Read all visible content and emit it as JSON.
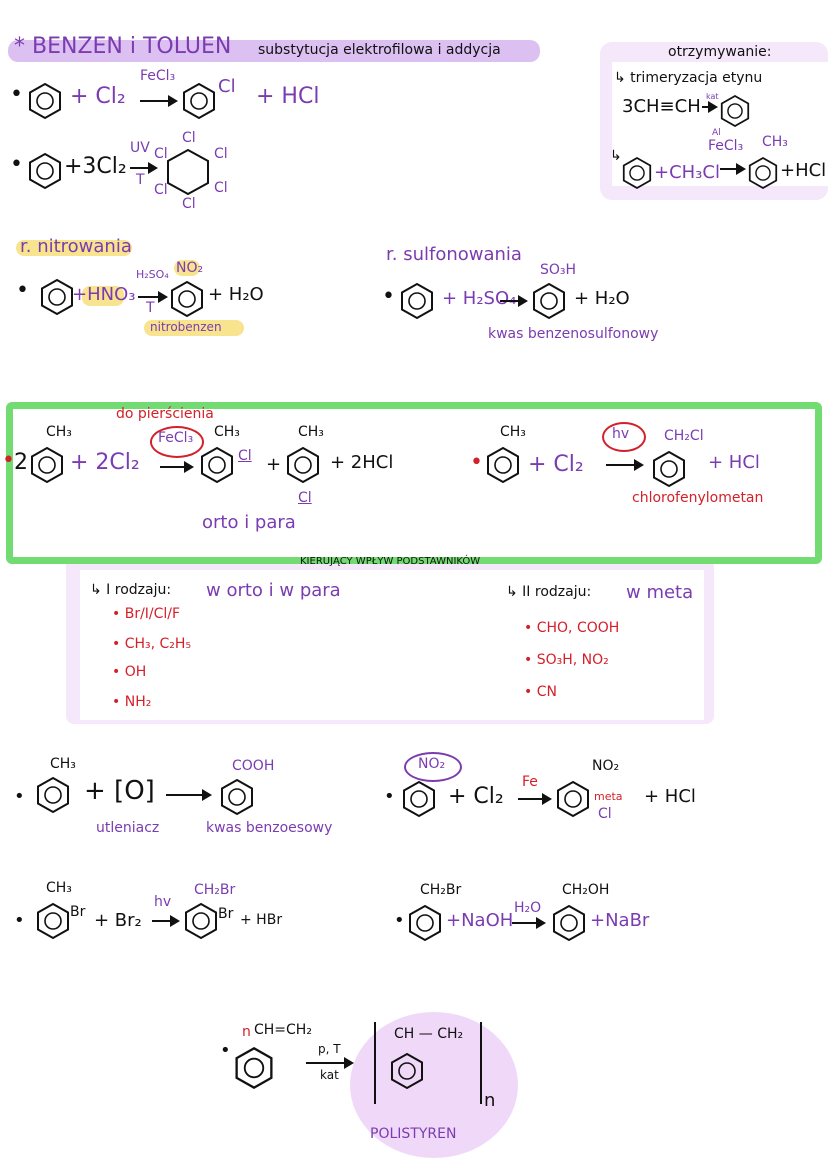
{
  "header": {
    "title": "* BENZEN i TOLUEN",
    "subtitle": "substytucja elektrofilowa i addycja"
  },
  "r1": {
    "reagent": "+ Cl₂",
    "cat": "FeCl₃",
    "sub": "Cl",
    "product": "+ HCl"
  },
  "r2": {
    "reagent": "+3Cl₂",
    "cat_top": "UV",
    "cat_bottom": "T",
    "cl": "Cl"
  },
  "otrzymywanie": {
    "title": "otrzymywanie:",
    "item1": "↳ trimeryzacja etynu",
    "eq1": "3CH≡CH",
    "eq1_cat": "kat",
    "item2": "↳",
    "reagent": "+CH₃Cl",
    "cat_top": "Al",
    "cat": "FeCl₃",
    "sub": "CH₃",
    "product": "+HCl"
  },
  "nitro": {
    "title": "r. nitrowania",
    "reagent": "+HNO₃",
    "cat_top": "H₂SO₄",
    "cat_bottom": "T",
    "sub": "NO₂",
    "product": "+ H₂O",
    "name": "nitrobenzen"
  },
  "sulfo": {
    "title": "r. sulfonowania",
    "reagent": "+ H₂SO₄",
    "sub": "SO₃H",
    "product": "+ H₂O",
    "name": "kwas benzenosulfonowy"
  },
  "toluene": {
    "note": "do pierścienia",
    "coef": "2",
    "sub": "CH₃",
    "reagent": "+ 2Cl₂",
    "cat": "FeCl₃",
    "cl": "Cl",
    "plus": "+",
    "product": "+ 2HCl",
    "orto_para": "orto i para",
    "r2_reagent": "+ Cl₂",
    "r2_cat": "hv",
    "r2_sub": "CH₂Cl",
    "r2_product": "+ HCl",
    "r2_name": "chlorofenylometan"
  },
  "kierujacy": {
    "title": "KIERUJĄCY WPŁYW PODSTAWNIKÓW",
    "type1": {
      "label": "↳ I rodzaju:",
      "desc": "w orto i w para",
      "items": [
        "Br/I/Cl/F",
        "CH₃, C₂H₅",
        "OH",
        "NH₂"
      ]
    },
    "type2": {
      "label": "↳ II rodzaju:",
      "desc": "w meta",
      "items": [
        "CHO, COOH",
        "SO₃H, NO₂",
        "CN"
      ]
    }
  },
  "oxid": {
    "sub": "CH₃",
    "reagent": "+ [O]",
    "label": "utleniacz",
    "product_sub": "COOH",
    "name": "kwas benzoesowy"
  },
  "nitrocl": {
    "sub": "NO₂",
    "reagent": "+ Cl₂",
    "cat": "Fe",
    "cl": "Cl",
    "meta": "meta",
    "product": "+ HCl"
  },
  "brom": {
    "sub": "CH₃",
    "br": "Br",
    "reagent": "+ Br₂",
    "cat": "hv",
    "psub": "CH₂Br",
    "product": "+ HBr"
  },
  "naoh": {
    "sub": "CH₂Br",
    "reagent": "+NaOH",
    "cat": "H₂O",
    "psub": "CH₂OH",
    "product": "+NaBr"
  },
  "poly": {
    "n": "n",
    "sub": "CH=CH₂",
    "cat_top": "p, T",
    "cat_bottom": "kat",
    "unit": "CH — CH₂",
    "n2": "n",
    "name": "POLISTYREN"
  }
}
